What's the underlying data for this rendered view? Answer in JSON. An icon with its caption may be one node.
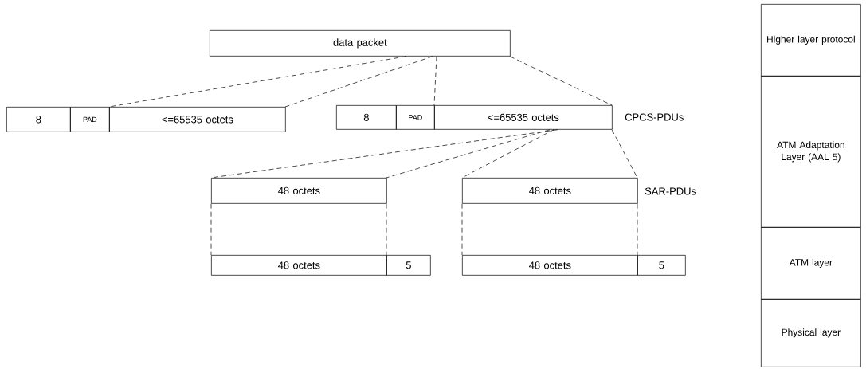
{
  "diagram": {
    "nodes": [
      {
        "text": [
          "data packet"
        ]
      },
      {
        "text": [
          "8"
        ]
      },
      {
        "text": [
          "PAD"
        ]
      },
      {
        "text": [
          "<=65535 octets"
        ]
      },
      {
        "text": [
          "8"
        ]
      },
      {
        "text": [
          "PAD"
        ]
      },
      {
        "text": [
          "<=65535 octets"
        ]
      },
      {
        "text": [
          "48 octets"
        ]
      },
      {
        "text": [
          "48 octets"
        ]
      },
      {
        "text": [
          "48 octets"
        ]
      },
      {
        "text": [
          "5"
        ]
      },
      {
        "text": [
          "48 octets"
        ]
      },
      {
        "text": [
          "5"
        ]
      },
      {
        "text": [
          "Higher layer protocol"
        ]
      },
      {
        "text": [
          "ATM Adaptation Layer (AAL 5)"
        ]
      },
      {
        "text": [
          "ATM layer"
        ]
      },
      {
        "text": [
          "Physical layer"
        ]
      }
    ],
    "edges": [
      {
        "from": 0,
        "to": 3,
        "arrow": "none",
        "style": "dashed"
      },
      {
        "from": 0,
        "to": 3,
        "arrow": "none",
        "style": "dashed"
      },
      {
        "from": 0,
        "to": 6,
        "arrow": "none",
        "style": "dashed"
      },
      {
        "from": 0,
        "to": 6,
        "arrow": "none",
        "style": "dashed"
      },
      {
        "from": 6,
        "to": 7,
        "arrow": "none",
        "style": "dashed"
      },
      {
        "from": 6,
        "to": 7,
        "arrow": "none",
        "style": "dashed"
      },
      {
        "from": 6,
        "to": 8,
        "arrow": "none",
        "style": "dashed"
      },
      {
        "from": 6,
        "to": 8,
        "arrow": "none",
        "style": "dashed"
      },
      {
        "from": 7,
        "to": 9,
        "arrow": "none",
        "style": "dashed"
      },
      {
        "from": 7,
        "to": 9,
        "arrow": "none",
        "style": "dashed"
      },
      {
        "from": 8,
        "to": 11,
        "arrow": "none",
        "style": "dashed"
      },
      {
        "from": 8,
        "to": 11,
        "arrow": "none",
        "style": "dashed"
      }
    ],
    "labels": [
      "CPCS-PDUs",
      "SAR-PDUs"
    ]
  }
}
